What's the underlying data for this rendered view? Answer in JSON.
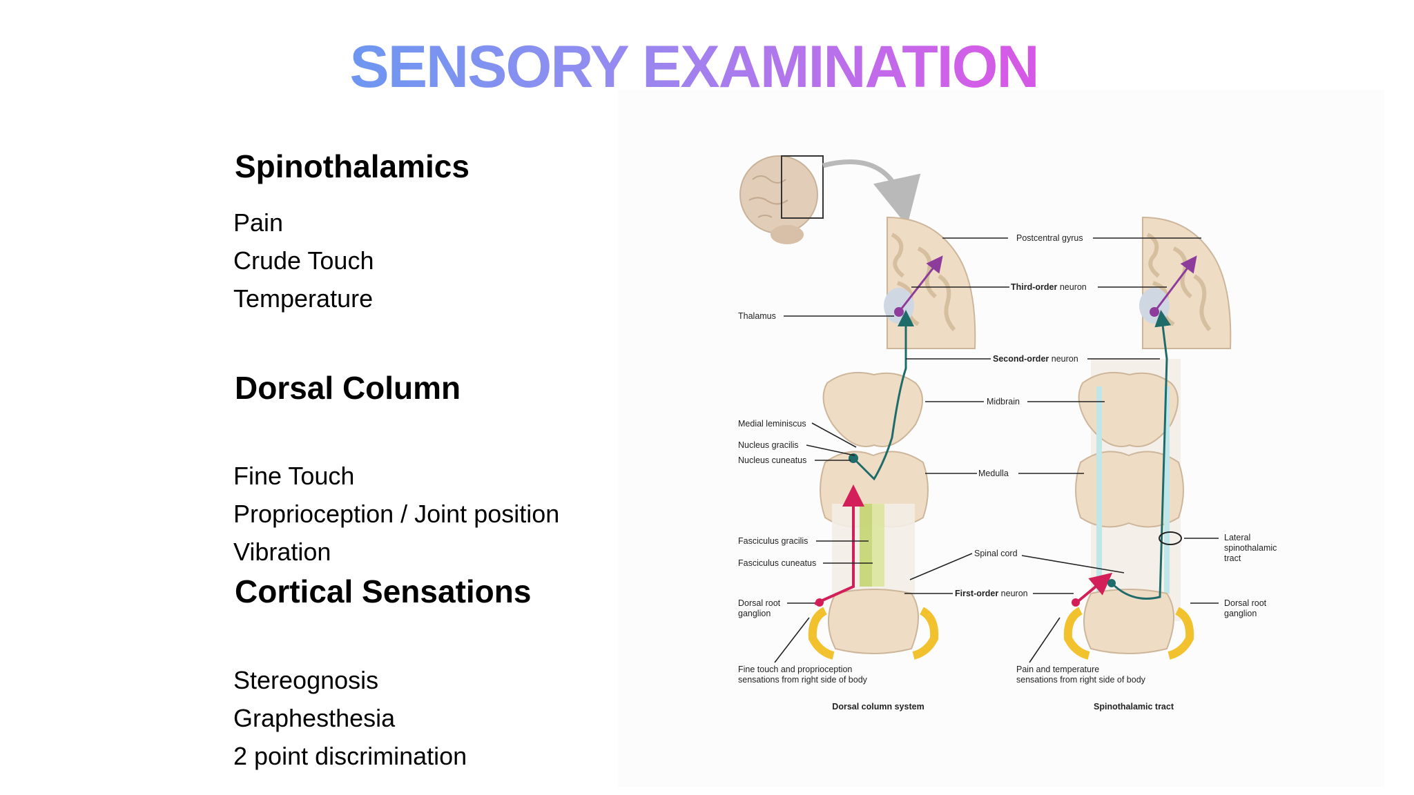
{
  "title": "SENSORY EXAMINATION",
  "sections": [
    {
      "heading": "Spinothalamics",
      "items": [
        "Pain",
        "Crude Touch",
        "Temperature"
      ]
    },
    {
      "heading": "Dorsal Column",
      "items": [
        "Fine Touch",
        "Proprioception / Joint position",
        "Vibration"
      ]
    },
    {
      "heading": "Cortical Sensations",
      "items": [
        "Stereognosis",
        "Graphesthesia",
        "2 point discrimination"
      ]
    }
  ],
  "diagram": {
    "labels": {
      "postcentral_gyrus": "Postcentral gyrus",
      "third_order_bold": "Third-order",
      "third_order_rest": " neuron",
      "thalamus": "Thalamus",
      "second_order_bold": "Second-order",
      "second_order_rest": " neuron",
      "midbrain": "Midbrain",
      "medial_lemniscus": "Medial leminiscus",
      "nucleus_gracilis": "Nucleus gracilis",
      "nucleus_cuneatus": "Nucleus cuneatus",
      "medulla": "Medulla",
      "fasciculus_gracilis": "Fasciculus gracilis",
      "fasciculus_cuneatus": "Fasciculus cuneatus",
      "spinal_cord": "Spinal cord",
      "lateral_st_1": "Lateral",
      "lateral_st_2": "spinothalamic",
      "lateral_st_3": "tract",
      "first_order_bold": "First-order",
      "first_order_rest": " neuron",
      "drg_left_1": "Dorsal root",
      "drg_left_2": "ganglion",
      "drg_right_1": "Dorsal root",
      "drg_right_2": "ganglion",
      "fine_touch_1": "Fine touch and proprioception",
      "fine_touch_2": "sensations from right side of body",
      "pain_temp_1": "Pain and temperature",
      "pain_temp_2": "sensations from right side of body",
      "caption_left": "Dorsal column system",
      "caption_right": "Spinothalamic tract"
    },
    "colors": {
      "tissue": "#efdcc4",
      "tissue_edge": "#cdb59a",
      "neuron_teal": "#1f6b6a",
      "neuron_purple": "#8d3c9c",
      "neuron_red": "#d21f5a",
      "ganglion_yellow": "#f2c12e",
      "tract_green": "#b6cf4e",
      "tract_cyan": "#bfe7ea"
    }
  }
}
